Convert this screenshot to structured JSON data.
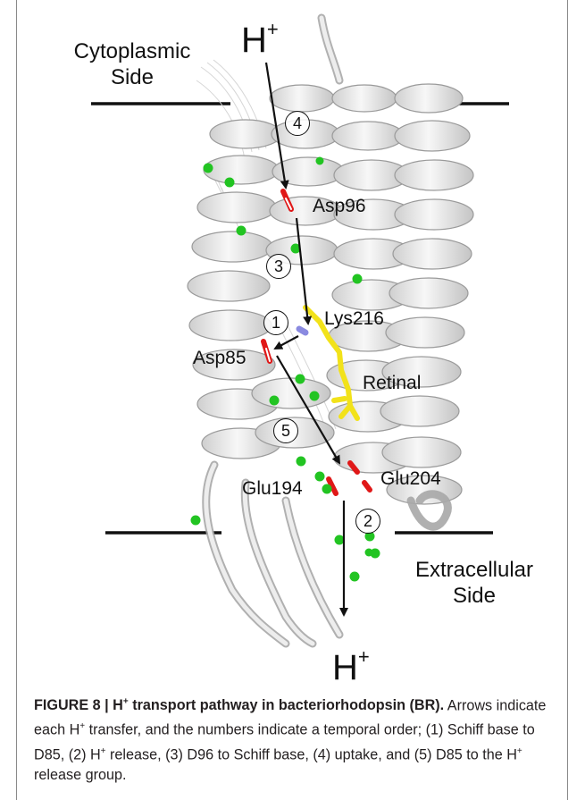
{
  "figure": {
    "top_ion": {
      "base": "H",
      "charge": "+"
    },
    "bottom_ion": {
      "base": "H",
      "charge": "+"
    },
    "cytoplasmic_label": {
      "line1": "Cytoplasmic",
      "line2": "Side"
    },
    "extracellular_label": {
      "line1": "Extracellular",
      "line2": "Side"
    },
    "residues": {
      "asp96": "Asp96",
      "lys216": "Lys216",
      "asp85": "Asp85",
      "retinal": "Retinal",
      "glu194": "Glu194",
      "glu204": "Glu204"
    },
    "steps": [
      "1",
      "2",
      "3",
      "4",
      "5"
    ],
    "colors": {
      "helix_fill": "#ececec",
      "helix_stroke": "#9a9a9a",
      "water": "#22c422",
      "retinal": "#f2e21a",
      "oxygen": "#e01818",
      "nitrogen": "#8a8ae0"
    }
  },
  "caption": {
    "label": "FIGURE 8 | H",
    "label_sup": "+",
    "title_rest": " transport pathway in bacteriorhodopsin (BR).",
    "p1": " Arrows indicate each H",
    "p1_sup": "+",
    "p2": " transfer, and the numbers indicate a temporal order; (1) Schiff base to D85, (2) H",
    "p2_sup": "+",
    "p3": " release, (3) D96 to Schiff base, (4) uptake, and (5) D85 to the H",
    "p3_sup": "+",
    "p4": " release group."
  }
}
